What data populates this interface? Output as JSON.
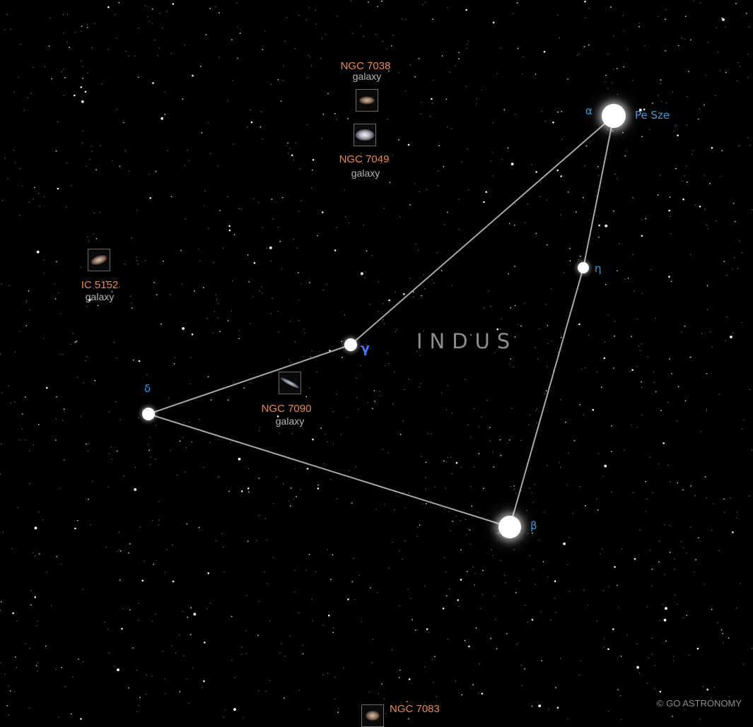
{
  "map": {
    "constellation": "INDUS",
    "copyright": "© GO ASTRONOMY",
    "colors": {
      "background": "#000000",
      "constellation_line": "#a8a8a8",
      "star_label": "#3a9ad9",
      "object_name": "#e8894a",
      "object_type": "#b5b5b5",
      "constellation_name": "#8d8d8d"
    }
  },
  "stars": {
    "alpha": {
      "symbol": "α",
      "name": "Pe Sze"
    },
    "beta": {
      "symbol": "β"
    },
    "gamma": {
      "symbol": "γ"
    },
    "delta": {
      "symbol": "δ"
    },
    "eta": {
      "symbol": "η"
    }
  },
  "objects": {
    "ngc7038": {
      "name": "NGC 7038",
      "type": "galaxy"
    },
    "ngc7049": {
      "name": "NGC 7049",
      "type": "galaxy"
    },
    "ic5152": {
      "name": "IC 5152",
      "type": "galaxy"
    },
    "ngc7090": {
      "name": "NGC 7090",
      "type": "galaxy"
    },
    "ngc7083": {
      "name": "NGC 7083"
    }
  }
}
